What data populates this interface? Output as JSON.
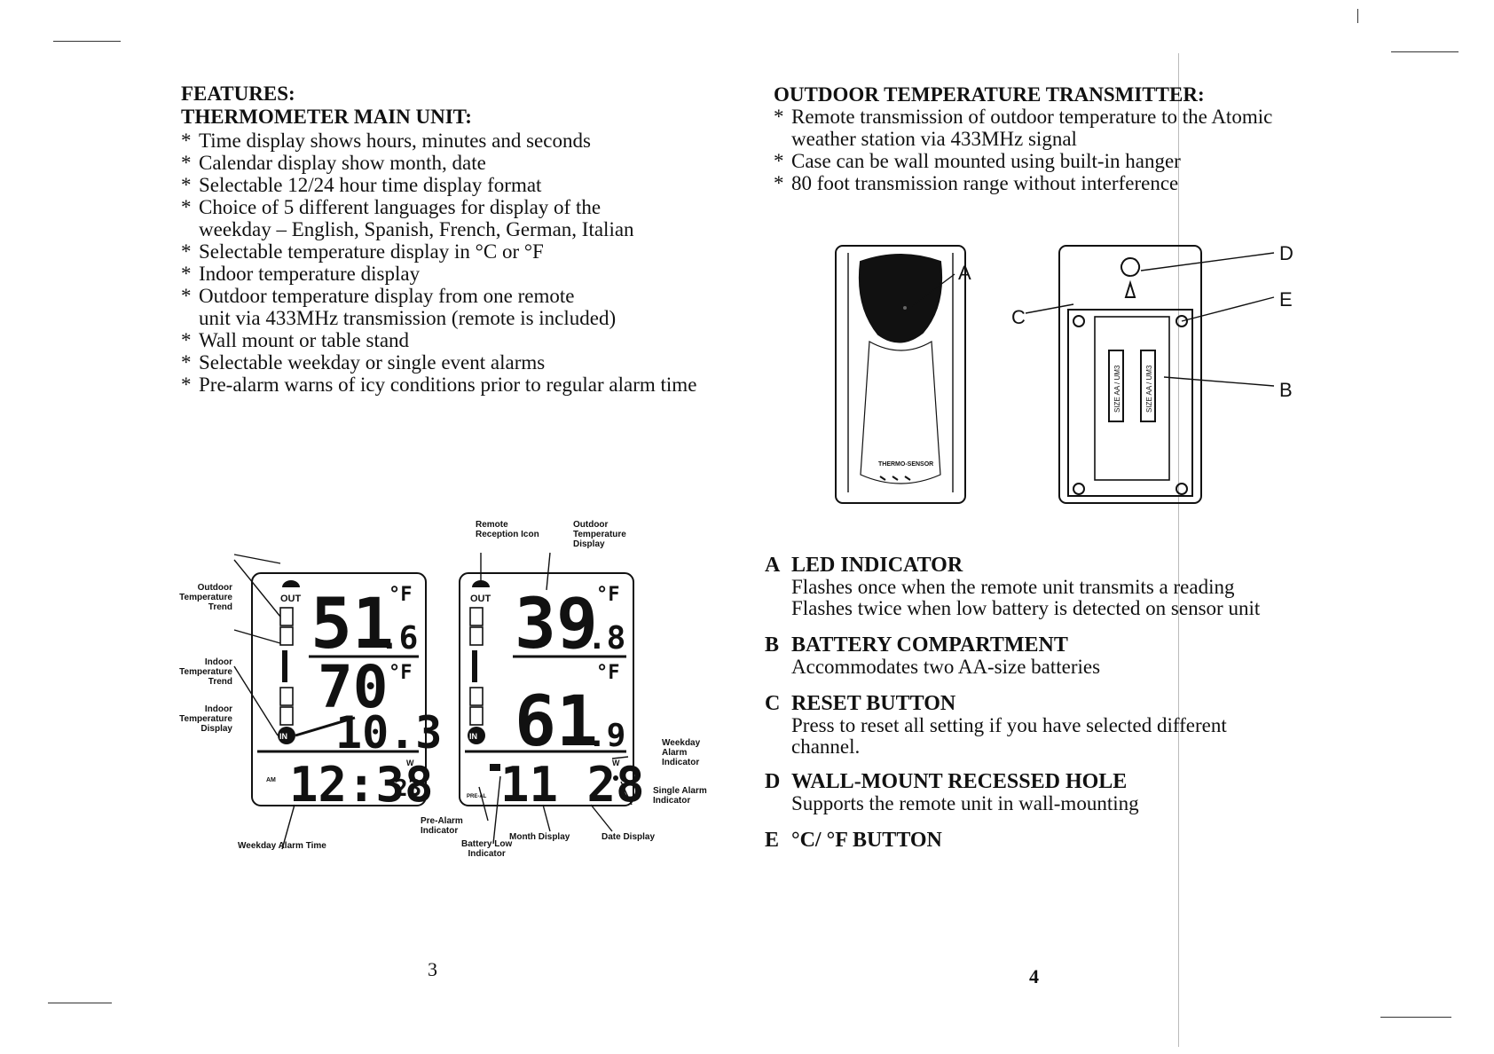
{
  "left": {
    "heading1": "FEATURES:",
    "heading2": "THERMOMETER MAIN UNIT:",
    "features": [
      {
        "text": "Time display shows hours, minutes and seconds"
      },
      {
        "text": "Calendar display show month, date"
      },
      {
        "text": "Selectable 12/24 hour time display format"
      },
      {
        "text": "Choice of 5 different languages for display of the",
        "cont": "weekday – English, Spanish, French, German, Italian"
      },
      {
        "text": "Selectable temperature display in °C or °F"
      },
      {
        "text": "Indoor temperature display"
      },
      {
        "text": "Outdoor temperature display from one remote",
        "cont": "unit via 433MHz transmission (remote is included)"
      },
      {
        "text": "Wall mount or table stand"
      },
      {
        "text": "Selectable weekday or single event alarms"
      },
      {
        "text": "Pre-alarm warns of icy conditions prior to regular alarm time"
      }
    ],
    "page_number": "3",
    "lcd_left": {
      "out_label": "OUT",
      "in_label": "IN",
      "outdoor_main": "51",
      "outdoor_decimal": ".6",
      "outdoor_unit": "°F",
      "indoor_main": "70",
      "indoor_sub": "10.3",
      "indoor_unit": "°F",
      "time": "12:38",
      "seconds": "23",
      "am": "AM",
      "weekday_alarm": "W"
    },
    "lcd_right": {
      "out_label": "OUT",
      "in_label": "IN",
      "outdoor_main": "39",
      "outdoor_decimal": ".8",
      "outdoor_unit": "°F",
      "indoor_main": "61",
      "indoor_decimal": ".9",
      "indoor_unit": "°F",
      "date": "11 28",
      "pre_al": "PRE-AL",
      "weekday_alarm": "W"
    },
    "callouts": {
      "outdoor_temp_trend": [
        "Outdoor",
        "Temperature",
        "Trend"
      ],
      "indoor_temp_trend": [
        "Indoor",
        "Temperature",
        "Trend"
      ],
      "indoor_temp_display": [
        "Indoor",
        "Temperature",
        "Display"
      ],
      "weekday_alarm_time": [
        "Weekday Alarm Time"
      ],
      "remote_reception_icon": [
        "Remote",
        "Reception Icon"
      ],
      "outdoor_temp_display": [
        "Outdoor",
        "Temperature",
        "Display"
      ],
      "weekday_alarm_indicator": [
        "Weekday",
        "Alarm",
        "Indicator"
      ],
      "single_alarm_indicator": [
        "Single Alarm",
        "Indicator"
      ],
      "pre_alarm_indicator": [
        "Pre-Alarm",
        "Indicator"
      ],
      "battery_low_indicator": [
        "Battery Low",
        "Indicator"
      ],
      "month_display": [
        "Month Display"
      ],
      "date_display": [
        "Date Display"
      ]
    }
  },
  "right": {
    "heading": "OUTDOOR TEMPERATURE TRANSMITTER:",
    "features": [
      {
        "text": "Remote transmission of outdoor temperature to the Atomic",
        "cont": "weather station via 433MHz signal"
      },
      {
        "text": "Case can be wall mounted using built-in hanger"
      },
      {
        "text": "80 foot transmission range without interference"
      }
    ],
    "diagram_labels": {
      "a": "A",
      "b": "B",
      "c": "C",
      "d": "D",
      "e": "E",
      "brand": "THERMO-SENSOR",
      "battery": "SIZE AA / UM3"
    },
    "sections": [
      {
        "letter": "A",
        "title": "LED INDICATOR",
        "body": [
          "Flashes once when the remote unit transmits a reading",
          "Flashes twice when low battery is detected on sensor unit"
        ]
      },
      {
        "letter": "B",
        "title": "BATTERY COMPARTMENT",
        "body": [
          "Accommodates two AA-size batteries"
        ]
      },
      {
        "letter": "C",
        "title": "RESET BUTTON",
        "body": [
          "Press to reset all setting if you have selected different",
          "channel."
        ]
      },
      {
        "letter": "D",
        "title": "WALL-MOUNT RECESSED HOLE",
        "body": [
          "Supports the remote unit in wall-mounting"
        ]
      },
      {
        "letter": "E",
        "title": "°C/ °F BUTTON",
        "body": []
      }
    ],
    "page_number": "4"
  },
  "colors": {
    "ink": "#111111",
    "paper": "#ffffff"
  }
}
